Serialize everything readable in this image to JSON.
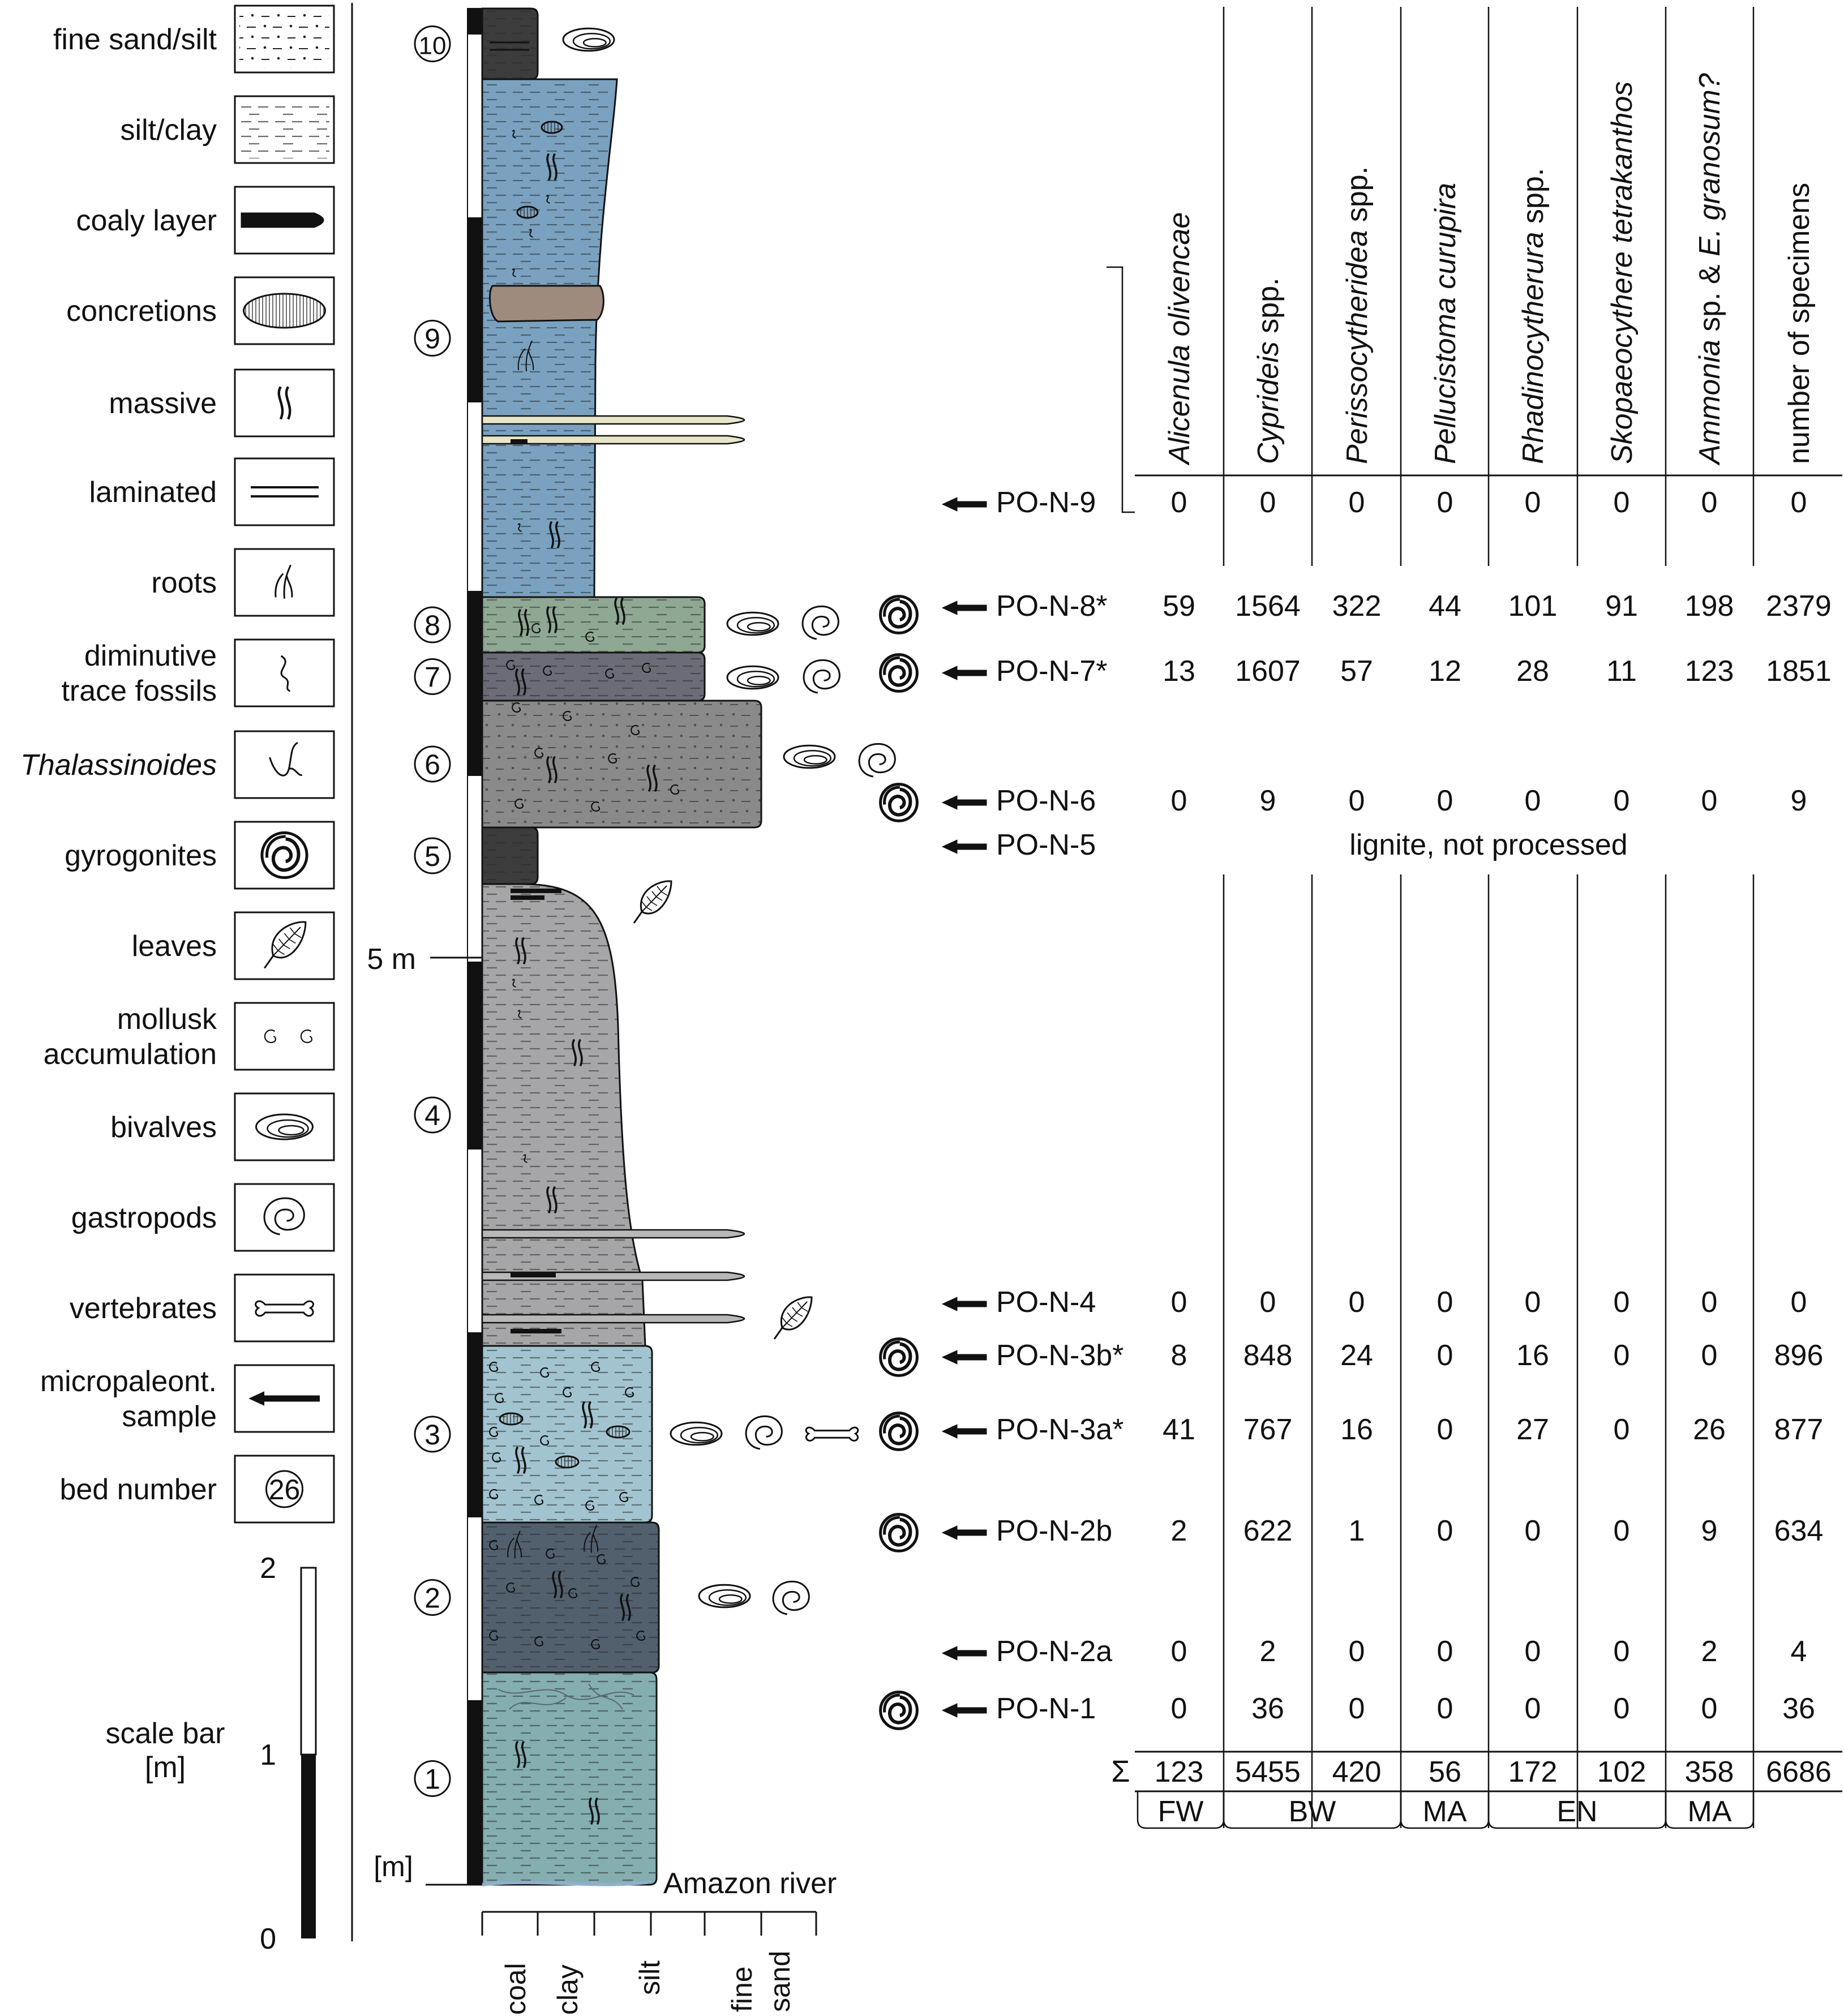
{
  "legend": {
    "items": [
      {
        "label": "fine sand/silt",
        "icon": "fine-sand-silt-pattern"
      },
      {
        "label": "silt/clay",
        "icon": "silt-clay-pattern"
      },
      {
        "label": "coaly layer",
        "icon": "coaly-layer-symbol"
      },
      {
        "label": "concretions",
        "icon": "concretion-symbol"
      },
      {
        "label": "massive",
        "icon": "massive-symbol"
      },
      {
        "label": "laminated",
        "icon": "laminated-symbol"
      },
      {
        "label": "roots",
        "icon": "roots-symbol"
      },
      {
        "label": "diminutive trace fossils",
        "label_lines": [
          "diminutive",
          "trace fossils"
        ],
        "icon": "trace-fossil-symbol"
      },
      {
        "label": "Thalassinoides",
        "italic": true,
        "icon": "thalassinoides-symbol"
      },
      {
        "label": "gyrogonites",
        "icon": "gyrogonite-symbol"
      },
      {
        "label": "leaves",
        "icon": "leaf-symbol"
      },
      {
        "label": "mollusk accumulation",
        "label_lines": [
          "mollusk",
          "accumulation"
        ],
        "icon": "mollusk-symbol"
      },
      {
        "label": "bivalves",
        "icon": "bivalve-symbol"
      },
      {
        "label": "gastropods",
        "icon": "gastropod-symbol"
      },
      {
        "label": "vertebrates",
        "icon": "bone-symbol"
      },
      {
        "label": "micropaleont. sample",
        "label_lines": [
          "micropaleont.",
          "sample"
        ],
        "icon": "arrow-symbol"
      },
      {
        "label": "bed number",
        "icon": "bed-number-symbol",
        "example": "26"
      }
    ],
    "scale_bar": {
      "label_lines": [
        "scale bar",
        "[m]"
      ],
      "ticks": [
        "2",
        "1",
        "0"
      ]
    }
  },
  "column": {
    "unit_label": "[m]",
    "mark_5m": "5 m",
    "base_label": "Amazon river",
    "grain_sizes": [
      "coal",
      "clay",
      "silt",
      "fine sand"
    ],
    "beds": [
      {
        "number": "1",
        "lithology": "silt/clay",
        "color": "#84aeb0"
      },
      {
        "number": "2",
        "lithology": "silt/clay",
        "color": "#52606e"
      },
      {
        "number": "3",
        "lithology": "silt/clay",
        "color": "#a2c4d0"
      },
      {
        "number": "4",
        "lithology": "silt/clay",
        "color": "#a6a6a8"
      },
      {
        "number": "5",
        "lithology": "coaly layer",
        "color": "#3c3c3c"
      },
      {
        "number": "6",
        "lithology": "fine sand/silt",
        "color": "#8a8a8a"
      },
      {
        "number": "7",
        "lithology": "silt/clay",
        "color": "#6c6c78"
      },
      {
        "number": "8",
        "lithology": "silt/clay",
        "color": "#8fa893"
      },
      {
        "number": "9",
        "lithology": "silt/clay",
        "color": "#7aa2c0"
      },
      {
        "number": "10",
        "lithology": "coaly layer",
        "color": "#3c3c3c"
      }
    ]
  },
  "table": {
    "columns": [
      {
        "label": "Alicenula olivencae",
        "parts": [
          {
            "text": "Alicenula olivencae",
            "italic": true
          }
        ]
      },
      {
        "label": "Cyprideis spp.",
        "parts": [
          {
            "text": "Cyprideis",
            "italic": true
          },
          {
            "text": " spp.",
            "italic": false
          }
        ]
      },
      {
        "label": "Perissocytheridea spp.",
        "parts": [
          {
            "text": "Perissocytheridea",
            "italic": true
          },
          {
            "text": " spp.",
            "italic": false
          }
        ]
      },
      {
        "label": "Pellucistoma curupira",
        "parts": [
          {
            "text": "Pellucistoma curupira",
            "italic": true
          }
        ]
      },
      {
        "label": "Rhadinocytherura spp.",
        "parts": [
          {
            "text": "Rhadinocytherura",
            "italic": true
          },
          {
            "text": " spp.",
            "italic": false
          }
        ]
      },
      {
        "label": "Skopaeocythere tetrakanthos",
        "parts": [
          {
            "text": "Skopaeocythere tetrakanthos",
            "italic": true
          }
        ]
      },
      {
        "label": "Ammonia sp. & E. granosum?",
        "parts": [
          {
            "text": "Ammonia",
            "italic": true
          },
          {
            "text": " sp. & ",
            "italic": false
          },
          {
            "text": "E. granosum?",
            "italic": true
          }
        ]
      },
      {
        "label": "number of specimens",
        "parts": [
          {
            "text": "number of specimens",
            "italic": false
          }
        ]
      }
    ],
    "samples": [
      {
        "id": "PO-N-9",
        "gyrogonite": false,
        "values": [
          "0",
          "0",
          "0",
          "0",
          "0",
          "0",
          "0",
          "0"
        ]
      },
      {
        "id": "PO-N-8*",
        "gyrogonite": true,
        "values": [
          "59",
          "1564",
          "322",
          "44",
          "101",
          "91",
          "198",
          "2379"
        ]
      },
      {
        "id": "PO-N-7*",
        "gyrogonite": true,
        "values": [
          "13",
          "1607",
          "57",
          "12",
          "28",
          "11",
          "123",
          "1851"
        ]
      },
      {
        "id": "PO-N-6",
        "gyrogonite": true,
        "values": [
          "0",
          "9",
          "0",
          "0",
          "0",
          "0",
          "0",
          "9"
        ]
      },
      {
        "id": "PO-N-5",
        "gyrogonite": false,
        "note": "lignite, not processed"
      },
      {
        "id": "PO-N-4",
        "gyrogonite": false,
        "values": [
          "0",
          "0",
          "0",
          "0",
          "0",
          "0",
          "0",
          "0"
        ]
      },
      {
        "id": "PO-N-3b*",
        "gyrogonite": true,
        "values": [
          "8",
          "848",
          "24",
          "0",
          "16",
          "0",
          "0",
          "896"
        ]
      },
      {
        "id": "PO-N-3a*",
        "gyrogonite": true,
        "values": [
          "41",
          "767",
          "16",
          "0",
          "27",
          "0",
          "26",
          "877"
        ]
      },
      {
        "id": "PO-N-2b",
        "gyrogonite": true,
        "values": [
          "2",
          "622",
          "1",
          "0",
          "0",
          "0",
          "9",
          "634"
        ]
      },
      {
        "id": "PO-N-2a",
        "gyrogonite": false,
        "values": [
          "0",
          "2",
          "0",
          "0",
          "0",
          "0",
          "2",
          "4"
        ]
      },
      {
        "id": "PO-N-1",
        "gyrogonite": true,
        "values": [
          "0",
          "36",
          "0",
          "0",
          "0",
          "0",
          "0",
          "36"
        ]
      }
    ],
    "sum_symbol": "Σ",
    "sums": [
      "123",
      "5455",
      "420",
      "56",
      "172",
      "102",
      "358",
      "6686"
    ],
    "groups": [
      "FW",
      "BW",
      "MA",
      "EN",
      "MA"
    ]
  }
}
